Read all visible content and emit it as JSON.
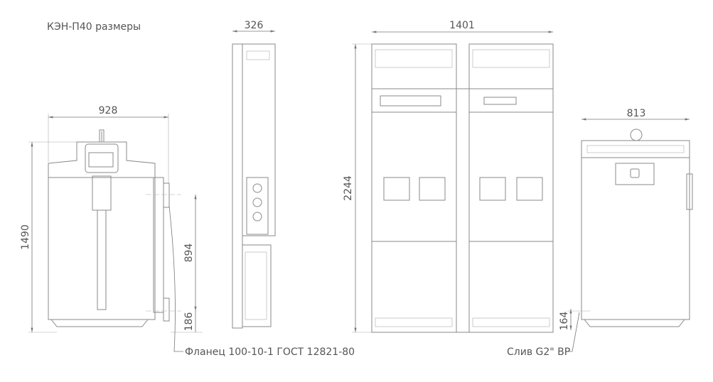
{
  "title": "КЭН-П40 размеры",
  "dimensions": {
    "front_width": "928",
    "front_height": "1490",
    "flange_upper": "894",
    "flange_lower": "186",
    "side_depth": "326",
    "cabinet_width": "1401",
    "cabinet_height": "2244",
    "rear_width": "813",
    "drain_height": "164"
  },
  "callouts": {
    "flange": "Фланец 100-10-1 ГОСТ 12821-80",
    "drain": "Слив G2\" ВР"
  }
}
